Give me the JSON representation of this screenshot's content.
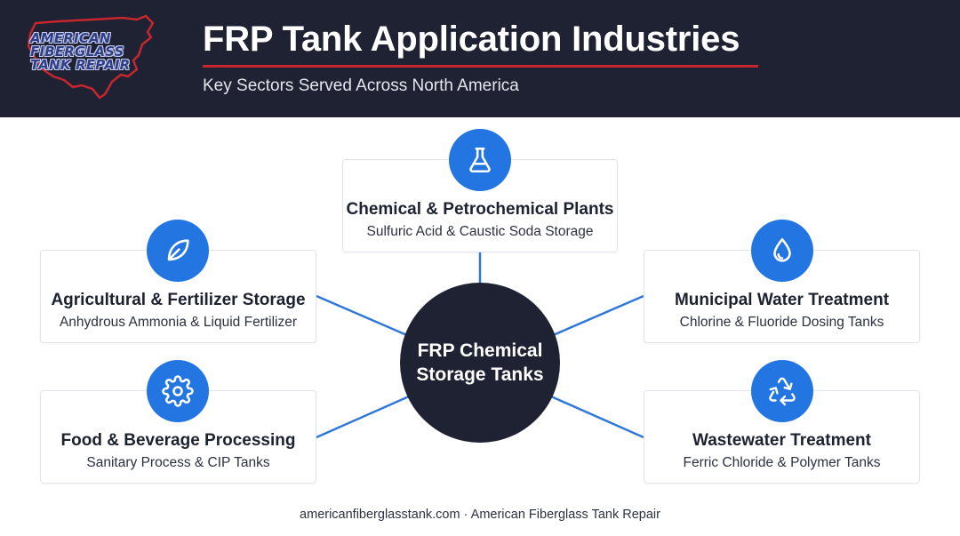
{
  "header": {
    "logo_lines": [
      "AMERICAN",
      "FIBERGLASS",
      "TANK REPAIR"
    ],
    "title": "FRP Tank Application Industries",
    "subtitle": "Key Sectors Served Across North America"
  },
  "hub": {
    "line1": "FRP Chemical",
    "line2": "Storage Tanks"
  },
  "sectors": [
    {
      "icon": "flask-icon",
      "title": "Chemical & Petrochemical Plants",
      "subtitle": "Sulfuric Acid & Caustic Soda Storage"
    },
    {
      "icon": "leaf-icon",
      "title": "Agricultural & Fertilizer Storage",
      "subtitle": "Anhydrous Ammonia & Liquid Fertilizer"
    },
    {
      "icon": "water-drop-icon",
      "title": "Municipal Water Treatment",
      "subtitle": "Chlorine & Fluoride Dosing Tanks"
    },
    {
      "icon": "gear-icon",
      "title": "Food & Beverage Processing",
      "subtitle": "Sanitary Process & CIP Tanks"
    },
    {
      "icon": "recycle-icon",
      "title": "Wastewater Treatment",
      "subtitle": "Ferric Chloride & Polymer Tanks"
    }
  ],
  "colors": {
    "header_bg": "#1f2232",
    "accent_red": "#c8262d",
    "icon_blue": "#2375e2",
    "connector_blue": "#2f78d8"
  },
  "footer": {
    "text": "americanfiberglasstank.com · American Fiberglass Tank Repair"
  }
}
